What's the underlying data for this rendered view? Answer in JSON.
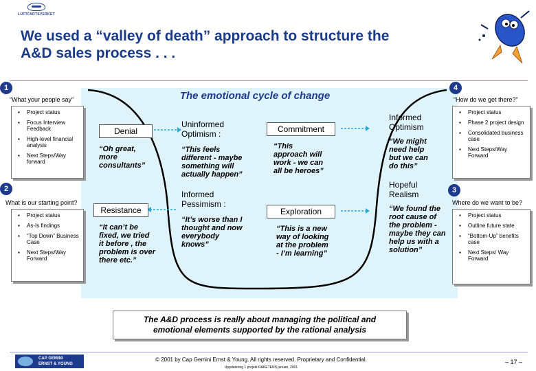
{
  "header": {
    "logo_text": "LUFTFARTSVERKET",
    "title_line1": "We used a “valley of death” approach to structure the",
    "title_line2": "A&D sales process . . ."
  },
  "cycle": {
    "title": "The emotional cycle of change",
    "stages": {
      "denial": {
        "label": "Denial",
        "quote_lines": [
          "“Oh great,",
          "more",
          "consultants”"
        ]
      },
      "resistance": {
        "label": "Resistance",
        "quote_lines": [
          "“It can’t be",
          "fixed, we tried",
          "it before , the",
          "problem is over",
          "there etc.”"
        ]
      },
      "uninformed_optimism": {
        "label_lines": [
          "Uninformed",
          "Optimism :"
        ],
        "quote_lines": [
          "“This feels",
          "different - maybe",
          "something will",
          "actually happen”"
        ]
      },
      "informed_pessimism": {
        "label_lines": [
          "Informed",
          "Pessimism :"
        ],
        "quote_lines": [
          "“It’s worse than I",
          "thought and now",
          "everybody",
          "knows”"
        ]
      },
      "commitment": {
        "label": "Commitment",
        "quote_lines": [
          "“This",
          "approach will",
          "work - we can",
          "all be heroes”"
        ]
      },
      "exploration": {
        "label": "Exploration",
        "quote_lines": [
          "“This is a new",
          "way of looking",
          "at the problem",
          "- I’m learning”"
        ]
      },
      "informed_optimism": {
        "label_lines": [
          "Informed",
          "Optimism"
        ],
        "quote_lines": [
          "“We might",
          "need help",
          "but we can",
          "do this”"
        ]
      },
      "hopeful_realism": {
        "label_lines": [
          "Hopeful",
          "Realism"
        ],
        "quote_lines": [
          "“We found the",
          "root cause of",
          "the problem -",
          "maybe they can",
          "help us with a",
          "solution”"
        ]
      }
    }
  },
  "boxes": {
    "box1": {
      "badge": "1",
      "label": "“What your people say”",
      "items": [
        "Project status",
        "Focus Interview Feedback",
        "High-level financial analysis",
        "Next Steps/Way forward"
      ]
    },
    "box2": {
      "badge": "2",
      "label": "What is our starting point?",
      "items": [
        "Project status",
        "As-Is findings",
        "“Top Down” Business Case",
        "Next Steps/Way Forward"
      ]
    },
    "box3": {
      "badge": "3",
      "label": "Where do we want to be?",
      "items": [
        "Project status",
        "Outline future state",
        "“Bottom-Up” benefits case",
        "Next Steps/ Way Forward"
      ]
    },
    "box4": {
      "badge": "4",
      "label": "“How do we get there?”",
      "items": [
        "Project status",
        "Phase 2 project design",
        "Consolidated business case",
        "Next Steps/Way Forward"
      ]
    }
  },
  "summary": {
    "line1": "The A&D process is really about managing the political and",
    "line2": "emotional elements supported by the rational analysis"
  },
  "footer": {
    "logo_line1": "CAP GEMINI",
    "logo_line2": "ERNST & YOUNG",
    "copyright": "© 2001 by Cap Gemini Ernst & Young. All rights reserved. Proprietary and Confidential.",
    "subline": "Uppdatering 1 projekt RAKETENS januari, 2001",
    "page": "– 17 –"
  },
  "colors": {
    "title": "#1a3a8a",
    "badge": "#1d3a8c",
    "panel": "#dff3fb",
    "arrow": "#2aa8d8",
    "curve": "#000000"
  }
}
